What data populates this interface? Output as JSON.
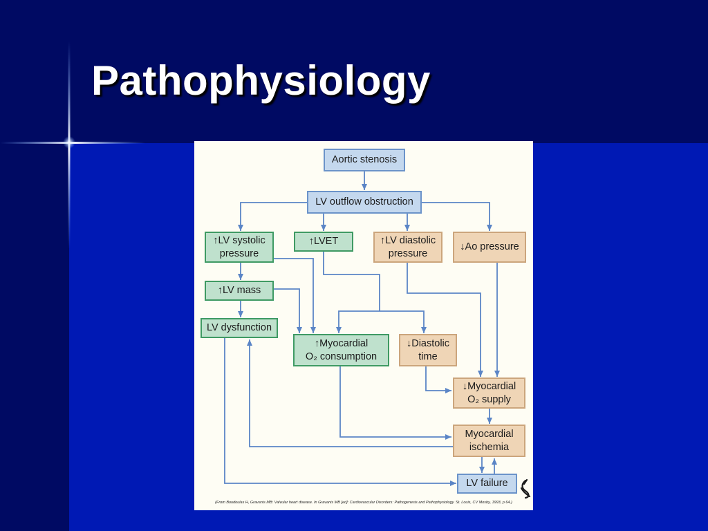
{
  "slide": {
    "title": "Pathophysiology",
    "colors": {
      "background": "#000a63",
      "band": "#0019b4",
      "sparkle": "#ffffff"
    }
  },
  "diagram": {
    "nodes": {
      "aortic_stenosis": "Aortic stenosis",
      "lv_outflow_obstruction": "LV outflow obstruction",
      "lv_systolic_pressure": {
        "line1": "↑LV systolic",
        "line2": "pressure"
      },
      "lvet": "↑LVET",
      "lv_diastolic_pressure": {
        "line1": "↑LV diastolic",
        "line2": "pressure"
      },
      "ao_pressure": "↓Ao pressure",
      "lv_mass": "↑LV mass",
      "lv_dysfunction": "LV dysfunction",
      "myocardial_o2_consumption": {
        "line1": "↑Myocardial",
        "line2": "O₂ consumption"
      },
      "diastolic_time": {
        "line1": "↓Diastolic",
        "line2": "time"
      },
      "myocardial_o2_supply": {
        "line1": "↓Myocardial",
        "line2": "O₂ supply"
      },
      "myocardial_ischemia": {
        "line1": "Myocardial",
        "line2": "ischemia"
      },
      "lv_failure": "LV failure"
    },
    "colors": {
      "blue_fill": "#c4d8ee",
      "green_fill": "#bfe1cd",
      "tan_fill": "#efd5b6",
      "arrow": "#5b85c6"
    },
    "citation": "(From Boudoulas H, Gravanis MB: Valvular heart disease. In Gravanis MB [ed]: Cardiovascular Disorders: Pathogenesis and Pathophysiology. St. Louis, CV Mosby, 1993, p 64.)"
  }
}
